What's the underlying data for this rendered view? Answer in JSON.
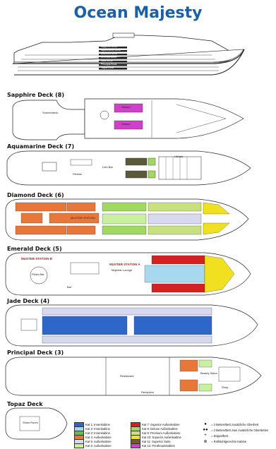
{
  "title": "Ocean Majesty",
  "profile": {
    "decks": [
      "Sapphire Deck",
      "Aquamarine Deck",
      "Diamond Deck",
      "Emerald Deck",
      "Jade Deck",
      "Principal Deck",
      "Topaz Deck"
    ]
  },
  "decks": {
    "sapphire": {
      "label": "Sapphire Deck (8)",
      "areas": [
        "Sonnendeck",
        "Saloon",
        "Saloon"
      ]
    },
    "aquamarine": {
      "label": "Aquamarine Deck (7)",
      "areas": [
        "Lido Bar",
        "Fitness",
        "Library"
      ]
    },
    "diamond": {
      "label": "Diamond Deck (6)",
      "areas": [
        "MUSTER STATION"
      ]
    },
    "emerald": {
      "label": "Emerald Deck (5)",
      "areas": [
        "MUSTER STATION B",
        "MUSTER STATION A",
        "Majestic Lounge",
        "Piano Bar",
        "Bar"
      ]
    },
    "jade": {
      "label": "Jade Deck (4)",
      "areas": []
    },
    "principal": {
      "label": "Principal Deck (3)",
      "areas": [
        "Restaurant",
        "Rezeption",
        "Beauty Salon",
        "Shop"
      ]
    },
    "topaz": {
      "label": "Topaz Deck",
      "areas": [
        "Show Room"
      ]
    }
  },
  "legend": {
    "cats": [
      {
        "label": "Kat 1: Innenkabine",
        "color": "#2e67c8"
      },
      {
        "label": "Kat 2: Innenkabine",
        "color": "#a8d8f0"
      },
      {
        "label": "Kat 3: Innenkabine",
        "color": "#5fbf4a"
      },
      {
        "label": "Kat 4: Außenkabine",
        "color": "#e8783a"
      },
      {
        "label": "Kat 5: Außenkabine",
        "color": "#d8d8f0"
      },
      {
        "label": "Kat 6: Außenkabine",
        "color": "#c8f0a0"
      },
      {
        "label": "Kat 7: Superior Außenkabine",
        "color": "#d42020"
      },
      {
        "label": "Kat 8: Deluxe Außenkabine",
        "color": "#a0d860"
      },
      {
        "label": "Kat 9: Premium Außenkabine",
        "color": "#c8e080"
      },
      {
        "label": "Kat 10: Superior Außenkabine",
        "color": "#f0e020"
      },
      {
        "label": "Kat 11: Superior Suite",
        "color": "#7a5a20"
      },
      {
        "label": "Kat 12: Penthousekabine",
        "color": "#d040c8"
      }
    ],
    "symbols": [
      {
        "icon": "●",
        "label": "= 2 Betten/Bett zusätzliche Oberbett"
      },
      {
        "icon": "●●",
        "label": "= 2 Betten/Bett zwei zusätzliche Oberbetten"
      },
      {
        "icon": "+",
        "label": "= Doppelbett"
      },
      {
        "icon": "⊕",
        "label": "= Rollstuhlgerechte Kabine"
      }
    ]
  }
}
